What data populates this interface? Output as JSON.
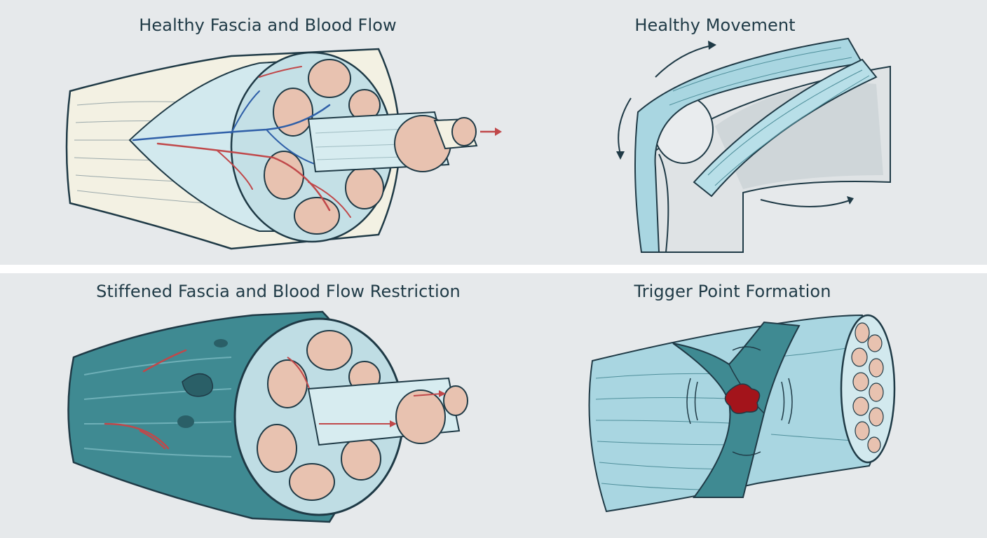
{
  "panels": [
    {
      "id": "healthy-fascia",
      "title": "Healthy Fascia and Blood Flow"
    },
    {
      "id": "healthy-movement",
      "title": "Healthy Movement"
    },
    {
      "id": "stiffened-fascia",
      "title": "Stiffened Fascia and Blood Flow Restriction"
    },
    {
      "id": "trigger-point",
      "title": "Trigger Point Formation"
    }
  ],
  "colors": {
    "background": "#e6e9eb",
    "divider": "#ffffff",
    "outline": "#1f3a46",
    "fascia_light": "#cfe8ee",
    "fascia_dark": "#3f8a92",
    "muscle_fiber": "#e8c2b0",
    "artery": "#c0484a",
    "vein": "#2f5fa8",
    "trigger": "#a3141b"
  }
}
